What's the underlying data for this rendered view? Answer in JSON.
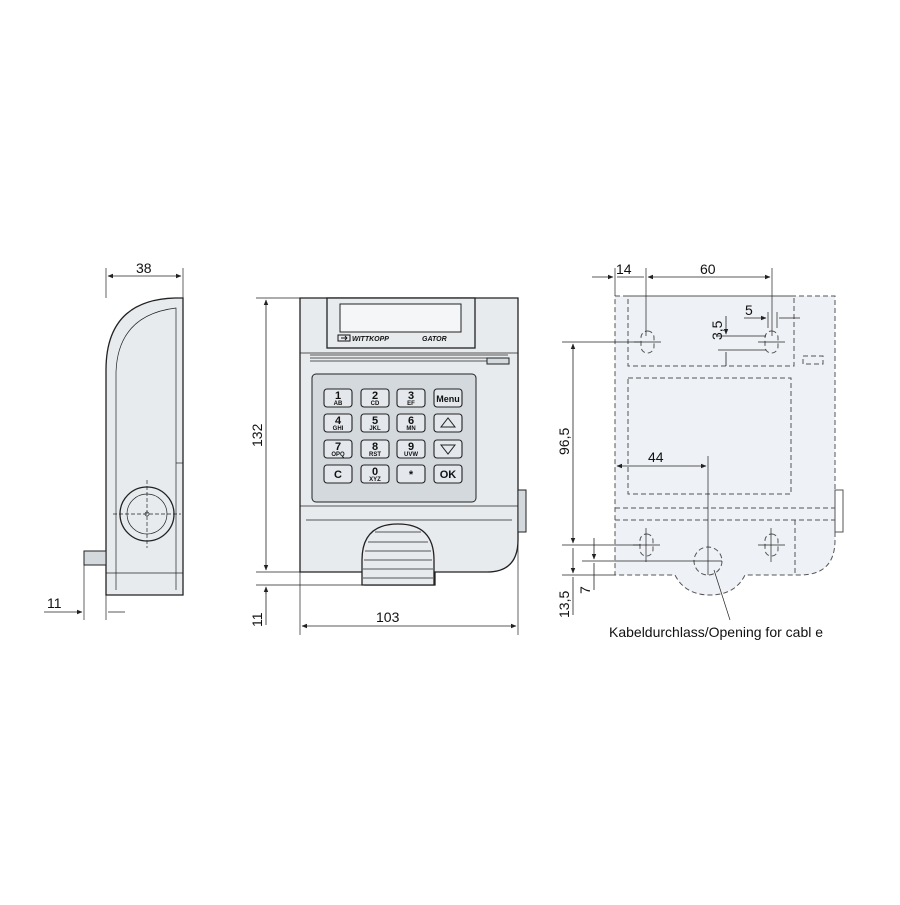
{
  "dimensions": {
    "side_width": "38",
    "side_offset": "11",
    "front_height": "132",
    "front_offset": "11",
    "front_width": "103",
    "back_edge_offset": "14",
    "back_hole_spacing": "60",
    "slot_width": "5",
    "slot_height": "3,5",
    "back_height": "96,5",
    "cable_offset_x": "44",
    "bottom_offset_1": "13,5",
    "bottom_offset_2": "7"
  },
  "callout": {
    "cable_opening": "Kabeldurchlass/Opening for cabl   e"
  },
  "device": {
    "brand": "WITTKOPP",
    "model": "GATOR"
  },
  "keypad": {
    "keys": [
      {
        "main": "1",
        "sub": "AB"
      },
      {
        "main": "2",
        "sub": "CD"
      },
      {
        "main": "3",
        "sub": "EF"
      },
      {
        "main": "Menu",
        "sub": ""
      },
      {
        "main": "4",
        "sub": "GHI"
      },
      {
        "main": "5",
        "sub": "JKL"
      },
      {
        "main": "6",
        "sub": "MN"
      },
      {
        "main": "△",
        "sub": ""
      },
      {
        "main": "7",
        "sub": "OPQ"
      },
      {
        "main": "8",
        "sub": "RST"
      },
      {
        "main": "9",
        "sub": "UVW"
      },
      {
        "main": "▽",
        "sub": ""
      },
      {
        "main": "C",
        "sub": ""
      },
      {
        "main": "0",
        "sub": "XYZ"
      },
      {
        "main": "*",
        "sub": ""
      },
      {
        "main": "OK",
        "sub": ""
      }
    ]
  },
  "icons": {
    "arrow_up": "arrow-up-icon",
    "arrow_down": "arrow-down-icon",
    "brand_logo": "wittkopp-logo-icon"
  }
}
